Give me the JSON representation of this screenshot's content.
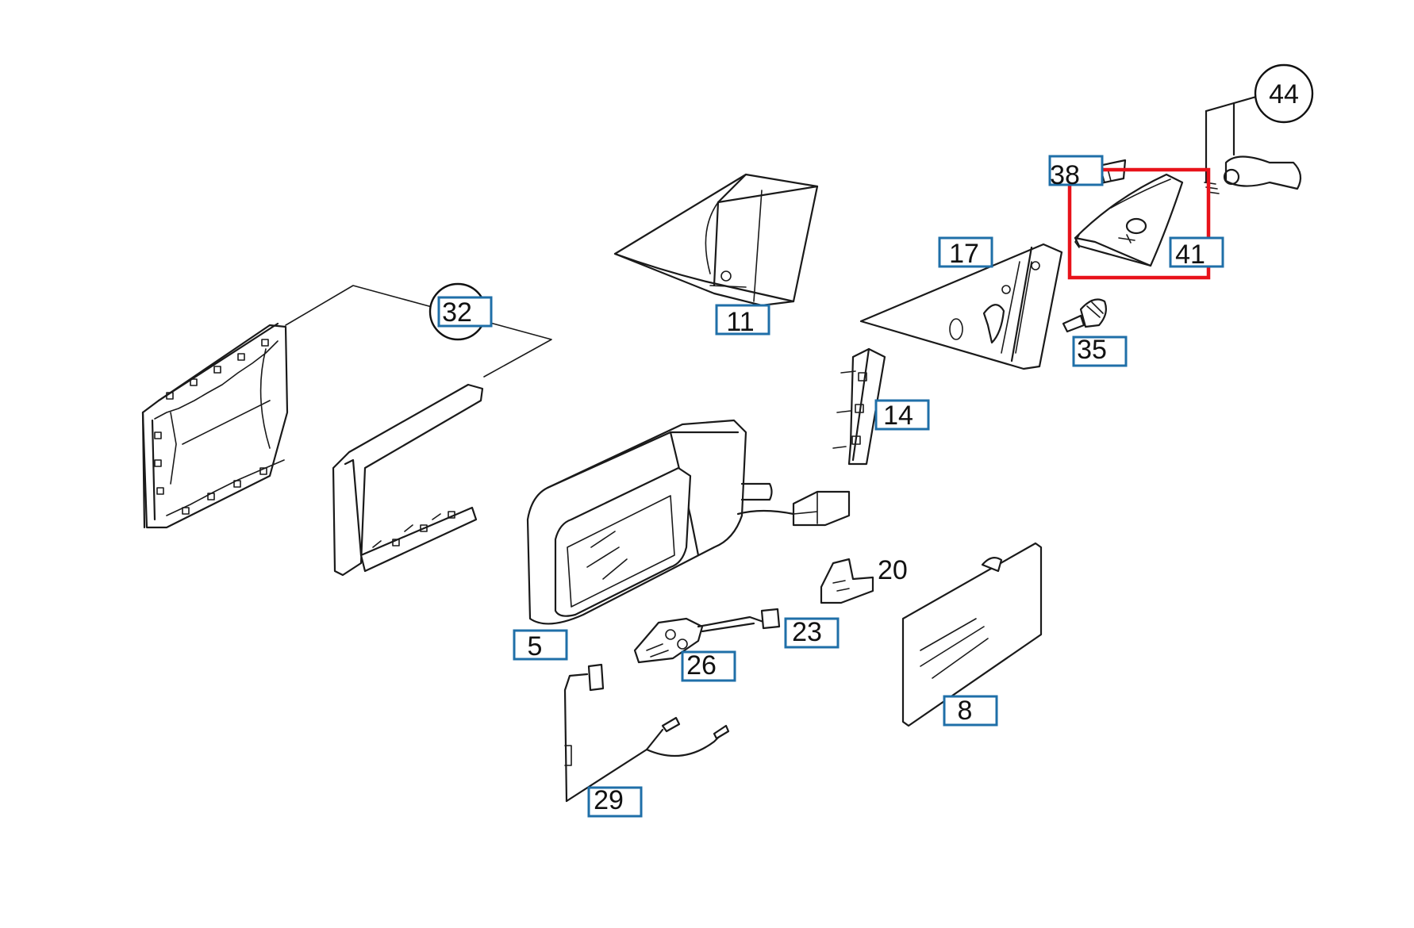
{
  "diagram": {
    "callouts": [
      {
        "id": "c32",
        "label": "32"
      },
      {
        "id": "c11",
        "label": "11"
      },
      {
        "id": "c17",
        "label": "17"
      },
      {
        "id": "c38",
        "label": "38"
      },
      {
        "id": "c41",
        "label": "41"
      },
      {
        "id": "c35",
        "label": "35"
      },
      {
        "id": "c14",
        "label": "14"
      },
      {
        "id": "c5",
        "label": "5"
      },
      {
        "id": "c23",
        "label": "23"
      },
      {
        "id": "c26",
        "label": "26"
      },
      {
        "id": "c29",
        "label": "29"
      },
      {
        "id": "c8",
        "label": "8"
      }
    ],
    "plain_labels": [
      {
        "id": "p20",
        "label": "20"
      }
    ],
    "circled_labels": [
      {
        "id": "o44",
        "label": "44"
      }
    ],
    "highlight": {
      "target": "41",
      "color": "#e8121a"
    },
    "colors": {
      "callout_border": "#1f6fa8",
      "line": "#1a1a1a",
      "highlight": "#e8121a"
    }
  }
}
